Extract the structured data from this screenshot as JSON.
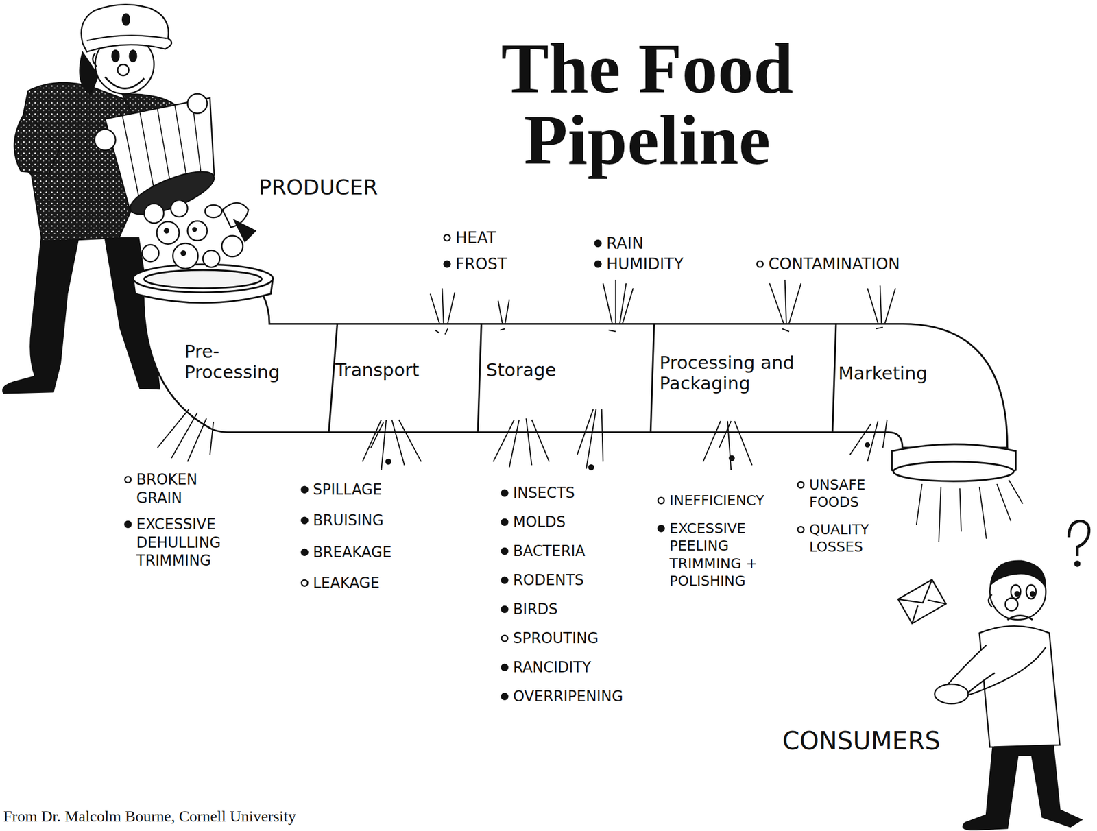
{
  "diagram": {
    "title": "The Food Pipeline",
    "caption": "From Dr. Malcolm Bourne, Cornell University",
    "nodes": [
      {
        "text": [
          "Pre-Processing"
        ]
      },
      {
        "text": [
          "Transport"
        ]
      },
      {
        "text": [
          "Storage"
        ]
      },
      {
        "text": [
          "Processing and Packaging"
        ]
      },
      {
        "text": [
          "Marketing"
        ]
      }
    ],
    "labels": [
      "PRODUCER",
      "HEAT",
      "FROST",
      "RAIN",
      "HUMIDITY",
      "CONTAMINATION",
      "BROKEN GRAIN",
      "EXCESSIVE DEHULLING TRIMMING",
      "SPILLAGE",
      "BRUISING",
      "BREAKAGE",
      "LEAKAGE",
      "INSECTS",
      "MOLDS",
      "BACTERIA",
      "RODENTS",
      "BIRDS",
      "SPROUTING",
      "RANCIDITY",
      "OVERRIPENING",
      "INEFFICIENCY",
      "EXCESSIVE PEELING TRIMMING + POLISHING",
      "UNSAFE FOODS",
      "QUALITY LOSSES",
      "CONSUMERS"
    ]
  }
}
